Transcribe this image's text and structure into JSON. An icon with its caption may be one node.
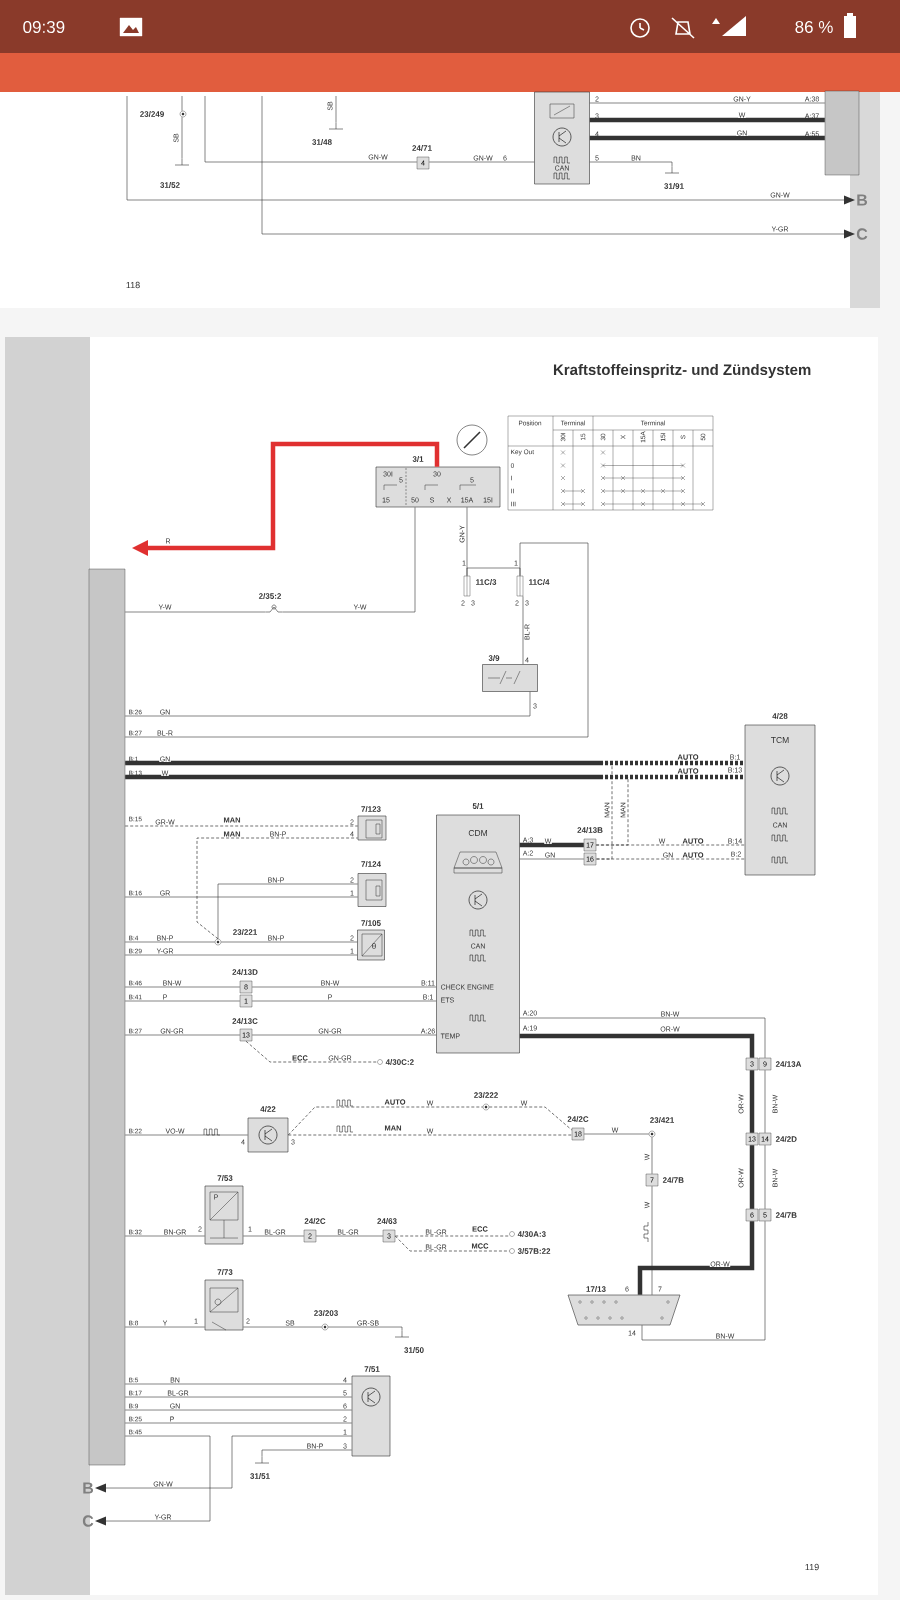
{
  "diagram": {
    "title": "Kraftstoffeinspritz- und Zündsystem",
    "nodes": [
      {
        "text": [
          "23/249"
        ]
      },
      {
        "text": [
          "31/52"
        ]
      },
      {
        "text": [
          "31/48"
        ]
      },
      {
        "text": [
          "24/71",
          "4"
        ]
      },
      {
        "text": [
          "CAN"
        ]
      },
      {
        "text": [
          "31/91"
        ]
      },
      {
        "text": [],
        "shape": "box"
      },
      {
        "text": [
          "B"
        ]
      },
      {
        "text": [
          "C"
        ]
      },
      {
        "text": [
          "3/1"
        ]
      },
      {
        "text": [],
        "shape": "box"
      },
      {
        "text": [
          "2/35:2"
        ]
      },
      {
        "text": [
          "11C/3"
        ]
      },
      {
        "text": [
          "11C/4"
        ]
      },
      {
        "text": [
          "3/9"
        ]
      },
      {
        "text": [
          "4/28",
          "TCM",
          "CAN"
        ]
      },
      {
        "text": [
          "5/1",
          "CDM",
          "CAN",
          "CHECK ENGINE",
          "ETS",
          "TEMP"
        ]
      },
      {
        "text": [
          "24/13B",
          "17",
          "16"
        ]
      },
      {
        "text": [
          "7/123"
        ]
      },
      {
        "text": [
          "7/124"
        ]
      },
      {
        "text": [
          "23/221"
        ]
      },
      {
        "text": [
          "7/105",
          "θ"
        ]
      },
      {
        "text": [
          "24/13D",
          "8",
          "1"
        ]
      },
      {
        "text": [
          "24/13C",
          "13"
        ]
      },
      {
        "text": [
          "4/30C:2"
        ]
      },
      {
        "text": [
          "3",
          "9",
          "24/13A"
        ]
      },
      {
        "text": [
          "13",
          "14",
          "24/2D"
        ]
      },
      {
        "text": [
          "6",
          "5",
          "24/7B"
        ]
      },
      {
        "text": [
          "4/22"
        ]
      },
      {
        "text": [
          "23/222"
        ]
      },
      {
        "text": [
          "24/2C",
          "18"
        ]
      },
      {
        "text": [
          "23/421"
        ]
      },
      {
        "text": [
          "7",
          "24/7B"
        ]
      },
      {
        "text": [
          "7/53",
          "P"
        ]
      },
      {
        "text": [
          "24/2C",
          "2"
        ]
      },
      {
        "text": [
          "24/63",
          "3"
        ]
      },
      {
        "text": [
          "4/30A:3"
        ]
      },
      {
        "text": [
          "3/57B:22"
        ]
      },
      {
        "text": [
          "17/13"
        ]
      },
      {
        "text": [
          "7/73"
        ]
      },
      {
        "text": [
          "23/203"
        ]
      },
      {
        "text": [
          "31/50"
        ]
      },
      {
        "text": [
          "7/51"
        ]
      },
      {
        "text": [
          "31/51"
        ]
      },
      {
        "text": [
          "B"
        ]
      },
      {
        "text": [
          "C"
        ]
      }
    ],
    "edges": [
      {
        "from": null,
        "to": 0,
        "arrow": "none"
      },
      {
        "from": 0,
        "to": 1,
        "arrow": "none",
        "label": "SB"
      },
      {
        "from": null,
        "to": 2,
        "arrow": "none",
        "label": "SB"
      },
      {
        "from": null,
        "to": 3,
        "arrow": "none",
        "label": "GN-W"
      },
      {
        "from": 3,
        "to": 4,
        "arrow": "none",
        "label": "GN-W"
      },
      {
        "from": 4,
        "to": 6,
        "arrow": "none",
        "label": "GN-Y"
      },
      {
        "from": 4,
        "to": 6,
        "arrow": "none",
        "label": "W",
        "style": "thick"
      },
      {
        "from": 4,
        "to": 6,
        "arrow": "none",
        "label": "GN",
        "style": "thick"
      },
      {
        "from": 4,
        "to": 5,
        "arrow": "none",
        "label": "BN"
      },
      {
        "from": null,
        "to": 7,
        "arrow": "to",
        "label": "GN-W"
      },
      {
        "from": null,
        "to": 8,
        "arrow": "to",
        "label": "Y-GR"
      },
      {
        "from": 9,
        "to": null,
        "arrow": "to",
        "label": "R",
        "style": "thick",
        "color": "#e03030"
      },
      {
        "from": 10,
        "to": 11,
        "arrow": "none",
        "label": "Y-W"
      },
      {
        "from": 11,
        "to": 9,
        "arrow": "none",
        "label": "Y-W"
      },
      {
        "from": 9,
        "to": 12,
        "arrow": "none",
        "label": "GN-Y"
      },
      {
        "from": 12,
        "to": 13,
        "arrow": "none"
      },
      {
        "from": 13,
        "to": 14,
        "arrow": "none",
        "label": "BL-R"
      },
      {
        "from": 13,
        "to": 10,
        "arrow": "none",
        "label": "BL-R"
      },
      {
        "from": 14,
        "to": 10,
        "arrow": "none",
        "label": "GN"
      },
      {
        "from": 10,
        "to": 15,
        "arrow": "none",
        "label": "GN",
        "style": "thick"
      },
      {
        "from": 10,
        "to": 15,
        "arrow": "none",
        "label": "W",
        "style": "thick"
      },
      {
        "from": 10,
        "to": 17,
        "arrow": "none",
        "label": "MAN",
        "style": "dashed"
      },
      {
        "from": 10,
        "to": 17,
        "arrow": "none",
        "label": "MAN",
        "style": "dashed"
      },
      {
        "from": 16,
        "to": 17,
        "arrow": "none",
        "label": "W",
        "style": "thick"
      },
      {
        "from": 16,
        "to": 17,
        "arrow": "none",
        "label": "GN"
      },
      {
        "from": 17,
        "to": 15,
        "arrow": "none",
        "label": "W",
        "style": "dashed"
      },
      {
        "from": 17,
        "to": 15,
        "arrow": "none",
        "label": "GN",
        "style": "dashed"
      },
      {
        "from": 10,
        "to": 18,
        "arrow": "none",
        "label": "GR-W",
        "style": "dashed"
      },
      {
        "from": 20,
        "to": 18,
        "arrow": "none",
        "label": "BN-P",
        "style": "dashed"
      },
      {
        "from": 20,
        "to": 19,
        "arrow": "none",
        "label": "BN-P"
      },
      {
        "from": 10,
        "to": 19,
        "arrow": "none",
        "label": "GR"
      },
      {
        "from": 10,
        "to": 20,
        "arrow": "none",
        "label": "BN-P"
      },
      {
        "from": 20,
        "to": 21,
        "arrow": "none",
        "label": "BN-P"
      },
      {
        "from": 10,
        "to": 21,
        "arrow": "none",
        "label": "Y-GR"
      },
      {
        "from": 10,
        "to": 22,
        "arrow": "none",
        "label": "BN-W"
      },
      {
        "from": 10,
        "to": 22,
        "arrow": "none",
        "label": "P"
      },
      {
        "from": 22,
        "to": 16,
        "arrow": "none",
        "label": "BN-W"
      },
      {
        "from": 22,
        "to": 16,
        "arrow": "none",
        "label": "P"
      },
      {
        "from": 10,
        "to": 23,
        "arrow": "none",
        "label": "GN-GR"
      },
      {
        "from": 23,
        "to": 16,
        "arrow": "none",
        "label": "GN-GR"
      },
      {
        "from": 23,
        "to": 24,
        "arrow": "none",
        "label": "GN-GR",
        "style": "dashed"
      },
      {
        "from": 16,
        "to": 25,
        "arrow": "none",
        "label": "BN-W"
      },
      {
        "from": 16,
        "to": 25,
        "arrow": "none",
        "label": "OR-W",
        "style": "thick"
      },
      {
        "from": 25,
        "to": 26,
        "arrow": "none",
        "label": "OR-W",
        "style": "thick"
      },
      {
        "from": 25,
        "to": 26,
        "arrow": "none",
        "label": "BN-W"
      },
      {
        "from": 26,
        "to": 27,
        "arrow": "none",
        "label": "OR-W",
        "style": "thick"
      },
      {
        "from": 26,
        "to": 27,
        "arrow": "none",
        "label": "BN-W"
      },
      {
        "from": 27,
        "to": 38,
        "arrow": "none",
        "label": "OR-W",
        "style": "thick"
      },
      {
        "from": 27,
        "to": 38,
        "arrow": "none",
        "label": "BN-W"
      },
      {
        "from": 10,
        "to": 28,
        "arrow": "none",
        "label": "VO-W"
      },
      {
        "from": 28,
        "to": 29,
        "arrow": "none",
        "label": "W",
        "style": "dashed"
      },
      {
        "from": 29,
        "to": 30,
        "arrow": "none",
        "label": "W",
        "style": "dashed"
      },
      {
        "from": 28,
        "to": 30,
        "arrow": "none",
        "label": "W",
        "style": "dashed"
      },
      {
        "from": 30,
        "to": 31,
        "arrow": "none",
        "label": "W"
      },
      {
        "from": 31,
        "to": 32,
        "arrow": "none",
        "label": "W"
      },
      {
        "from": 32,
        "to": 38,
        "arrow": "none",
        "label": "W"
      },
      {
        "from": 10,
        "to": 33,
        "arrow": "none",
        "label": "BN-GR"
      },
      {
        "from": 33,
        "to": 34,
        "arrow": "none",
        "label": "BL-GR"
      },
      {
        "from": 34,
        "to": 35,
        "arrow": "none",
        "label": "BL-GR"
      },
      {
        "from": 35,
        "to": 36,
        "arrow": "none",
        "label": "BL-GR",
        "style": "dashed"
      },
      {
        "from": 35,
        "to": 37,
        "arrow": "none",
        "label": "BL-GR",
        "style": "dashed"
      },
      {
        "from": 10,
        "to": 39,
        "arrow": "none",
        "label": "Y"
      },
      {
        "from": 39,
        "to": 40,
        "arrow": "none",
        "label": "SB"
      },
      {
        "from": 40,
        "to": 41,
        "arrow": "none",
        "label": "GR-SB"
      },
      {
        "from": 10,
        "to": 42,
        "arrow": "none",
        "label": "BN"
      },
      {
        "from": 10,
        "to": 42,
        "arrow": "none",
        "label": "BL-GR"
      },
      {
        "from": 10,
        "to": 42,
        "arrow": "none",
        "label": "GN"
      },
      {
        "from": 10,
        "to": 42,
        "arrow": "none",
        "label": "P"
      },
      {
        "from": 43,
        "to": 42,
        "arrow": "none",
        "label": "BN-P"
      },
      {
        "from": 42,
        "to": 44,
        "arrow": "to",
        "label": "GN-W"
      },
      {
        "from": 10,
        "to": 45,
        "arrow": "to",
        "label": "Y-GR"
      }
    ],
    "labels": [
      "09:39",
      "86 %",
      "2",
      "A:38",
      "3",
      "A:37",
      "4",
      "A:55",
      "6",
      "5",
      "118",
      "30I",
      "5",
      "30",
      "5",
      "15",
      "50",
      "S",
      "X",
      "15A",
      "15I",
      "Position",
      "Terminal",
      "Terminal",
      "30I",
      "15",
      "30",
      "X",
      "15A",
      "15I",
      "S",
      "50",
      "Key Out",
      "0",
      "I",
      "II",
      "III",
      "1",
      "1",
      "2",
      "3",
      "2",
      "3",
      "4",
      "B:26",
      "3",
      "B:27",
      "B:1",
      "AUTO",
      "B:1",
      "B:13",
      "AUTO",
      "B:13",
      "B:15",
      "MAN",
      "2",
      "MAN",
      "4",
      "A:3",
      "AUTO",
      "B:14",
      "A:2",
      "AUTO",
      "B:2",
      "2",
      "B:16",
      "1",
      "B:4",
      "2",
      "B:29",
      "1",
      "B:46",
      "B:11",
      "B:41",
      "B:1",
      "A:20",
      "A:19",
      "B:27",
      "A:26",
      "ECC",
      "AUTO",
      "B:22",
      "MAN",
      "4",
      "3",
      "B:32",
      "2",
      "1",
      "ECC",
      "MCC",
      "6",
      "7",
      "B:8",
      "1",
      "2",
      "14",
      "B:5",
      "4",
      "B:17",
      "5",
      "B:9",
      "6",
      "B:25",
      "2",
      "B:45",
      "1",
      "3",
      "119"
    ]
  }
}
